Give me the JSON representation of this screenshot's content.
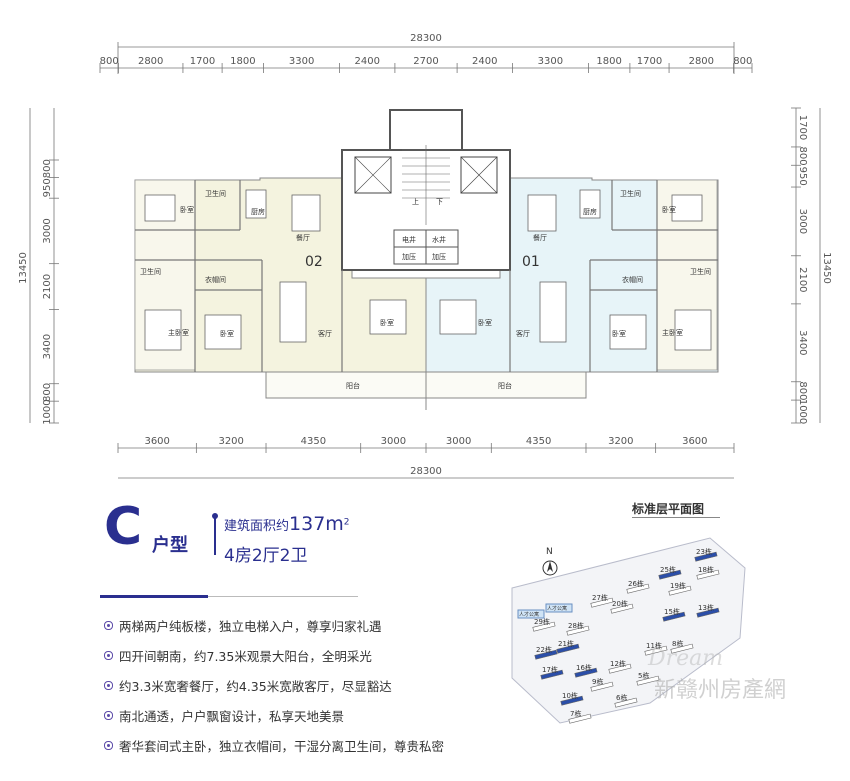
{
  "dimensions": {
    "top_total": "28300",
    "top_segments": [
      "800",
      "2800",
      "1700",
      "1800",
      "3300",
      "2400",
      "2700",
      "2400",
      "3300",
      "1800",
      "1700",
      "2800",
      "800"
    ],
    "bottom_segments": [
      "3600",
      "3200",
      "4350",
      "3000",
      "3000",
      "4350",
      "3200",
      "3600"
    ],
    "bottom_total": "28300",
    "left_segments": [
      "800",
      "950",
      "3000",
      "2100",
      "3400",
      "800",
      "1000"
    ],
    "left_total": "13450",
    "right_segments": [
      "1700",
      "800",
      "950",
      "3000",
      "2100",
      "3400",
      "800",
      "1000"
    ],
    "right_total": "13450"
  },
  "units": {
    "left": "02",
    "right": "01"
  },
  "room_labels": {
    "bedroom": "卧室",
    "master_bedroom": "主卧室",
    "bathroom": "卫生间",
    "kitchen": "厨房",
    "dining": "餐厅",
    "living": "客厅",
    "cloakroom": "衣帽间",
    "balcony": "阳台",
    "elec_well": "电井",
    "water_well": "水井",
    "pressure": "加压",
    "up": "上",
    "down": "下"
  },
  "unit_type": {
    "letter": "C",
    "type_label": "户型",
    "area_prefix": "建筑面积约",
    "area_value": "137",
    "area_unit": "m",
    "area_sup": "2",
    "rooms": "4房2厅2卫"
  },
  "features": [
    "两梯两户纯板楼，独立电梯入户，尊享归家礼遇",
    "四开间朝南，约7.35米观景大阳台，全明采光",
    "约3.3米宽奢餐厅，约4.35米宽敞客厅，尽显豁达",
    "南北通透，户户飘窗设计，私享天地美景",
    "奢华套间式主卧，独立衣帽间，干湿分离卫生间，尊贵私密"
  ],
  "site_plan": {
    "title": "标准层平面图",
    "north": "N",
    "buildings": [
      "23栋",
      "25栋",
      "18栋",
      "26栋",
      "19栋",
      "27栋",
      "20栋",
      "15栋",
      "13栋",
      "29栋",
      "28栋",
      "21栋",
      "22栋",
      "11栋",
      "8栋",
      "16栋",
      "17栋",
      "12栋",
      "9栋",
      "10栋",
      "6栋",
      "7栋",
      "5栋"
    ],
    "entrance_labels": [
      "人才公寓",
      "人才公寓"
    ]
  },
  "watermark": {
    "en": "Dream",
    "zh": "新赣州房產網"
  },
  "colors": {
    "brand": "#2a2f8f",
    "unit02_fill": "#f4f3df",
    "unit01_fill": "#e7f4f8",
    "highlight": "#2b4ea8"
  }
}
